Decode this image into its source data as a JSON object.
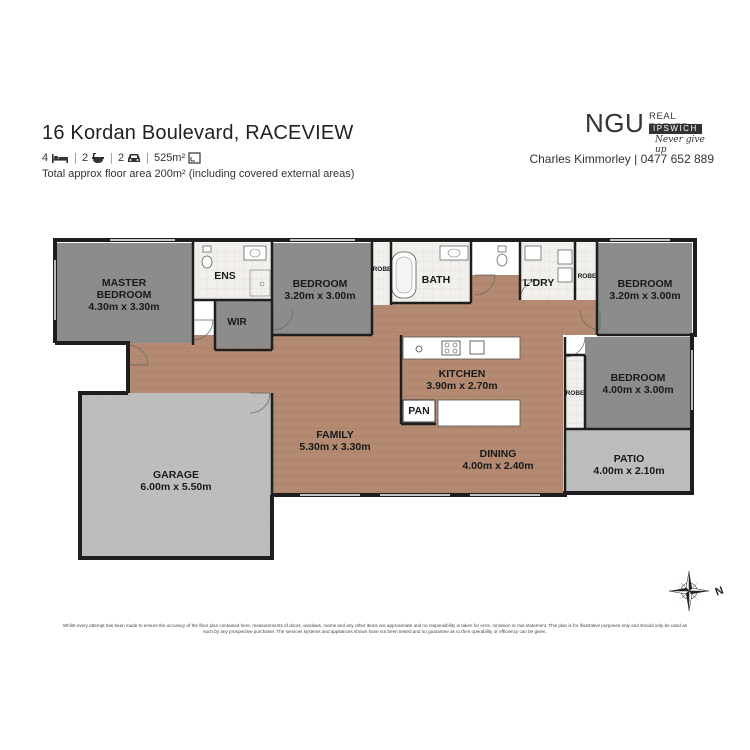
{
  "header": {
    "address": "16 Kordan Boulevard, RACEVIEW",
    "bedrooms": "4",
    "bathrooms": "2",
    "cars": "2",
    "land_area": "525m²",
    "floor_area": "Total approx floor area 200m² (including covered external areas)",
    "agent": "Charles Kimmorley | 0477 652 889"
  },
  "logo": {
    "brand": "NGU",
    "line1": "REAL ESTATE",
    "line2": "IPSWICH",
    "tagline": "Never give up"
  },
  "rooms": {
    "master": {
      "name": "MASTER BEDROOM",
      "size": "4.30m x 3.30m"
    },
    "ens": {
      "name": "ENS"
    },
    "wir": {
      "name": "WIR"
    },
    "bed2": {
      "name": "BEDROOM",
      "size": "3.20m x 3.00m"
    },
    "robe1": {
      "name": "ROBE"
    },
    "bath": {
      "name": "BATH"
    },
    "ldry": {
      "name": "L'DRY"
    },
    "robe2": {
      "name": "ROBE"
    },
    "bed3": {
      "name": "BEDROOM",
      "size": "3.20m x 3.00m"
    },
    "kitchen": {
      "name": "KITCHEN",
      "size": "3.90m x 2.70m"
    },
    "pan": {
      "name": "PAN"
    },
    "bed4": {
      "name": "BEDROOM",
      "size": "4.00m x 3.00m"
    },
    "robe3": {
      "name": "ROBE"
    },
    "family": {
      "name": "FAMILY",
      "size": "5.30m x 3.30m"
    },
    "dining": {
      "name": "DINING",
      "size": "4.00m x 2.40m"
    },
    "garage": {
      "name": "GARAGE",
      "size": "6.00m x 5.50m"
    },
    "patio": {
      "name": "PATIO",
      "size": "4.00m x 2.10m"
    }
  },
  "compass": {
    "north": "N"
  },
  "disclaimer": "Whilst every attempt has been made to ensure the accuracy of the floor plan contained here, measurements of doors, windows, rooms and any other items are approximate and no responsibility is taken for error, omission or mis-statement. This plan is for illustrative purposes only and should only be used as such by any prospective purchaser. The services systems and appliances shown have not been tested and no guarantee as to their operability or efficiency can be given.",
  "colors": {
    "wood": "#b48b72",
    "bedroom": "#8c8c8c",
    "garage": "#bdbdbd",
    "wet": "#f2f0ec",
    "wall": "#1e1e1e"
  }
}
